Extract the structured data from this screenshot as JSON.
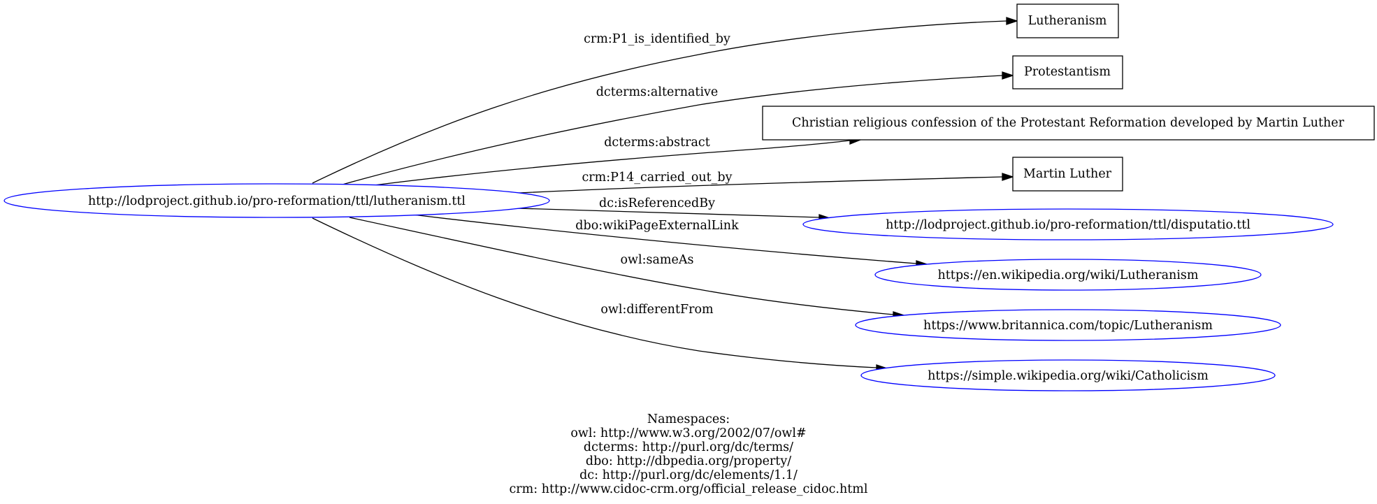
{
  "graph": {
    "source": {
      "label": "http://lodproject.github.io/pro-reformation/ttl/lutheranism.ttl",
      "border_color": "#0000ff"
    },
    "targets": [
      {
        "label": "Lutheranism",
        "shape": "box"
      },
      {
        "label": "Protestantism",
        "shape": "box"
      },
      {
        "label": "Christian religious confession of the Protestant Reformation developed by Martin Luther",
        "shape": "box"
      },
      {
        "label": "Martin Luther",
        "shape": "box"
      },
      {
        "label": "http://lodproject.github.io/pro-reformation/ttl/disputatio.ttl",
        "shape": "ellipse"
      },
      {
        "label": "https://en.wikipedia.org/wiki/Lutheranism",
        "shape": "ellipse"
      },
      {
        "label": "https://www.britannica.com/topic/Lutheranism",
        "shape": "ellipse"
      },
      {
        "label": "https://simple.wikipedia.org/wiki/Catholicism",
        "shape": "ellipse"
      }
    ],
    "edges": [
      {
        "label": "crm:P1_is_identified_by",
        "target": 0
      },
      {
        "label": "dcterms:alternative",
        "target": 1
      },
      {
        "label": "dcterms:abstract",
        "target": 2
      },
      {
        "label": "crm:P14_carried_out_by",
        "target": 3
      },
      {
        "label": "dc:isReferencedBy",
        "target": 4
      },
      {
        "label": "dbo:wikiPageExternalLink",
        "target": 5
      },
      {
        "label": "owl:sameAs",
        "target": 6
      },
      {
        "label": "owl:differentFrom",
        "target": 7
      }
    ],
    "edge_color": "#000000"
  },
  "namespaces": {
    "heading": "Namespaces:",
    "lines": [
      "owl: http://www.w3.org/2002/07/owl#",
      "dcterms: http://purl.org/dc/terms/",
      "dbo: http://dbpedia.org/property/",
      "dc: http://purl.org/dc/elements/1.1/",
      "crm: http://www.cidoc-crm.org/official_release_cidoc.html"
    ]
  }
}
